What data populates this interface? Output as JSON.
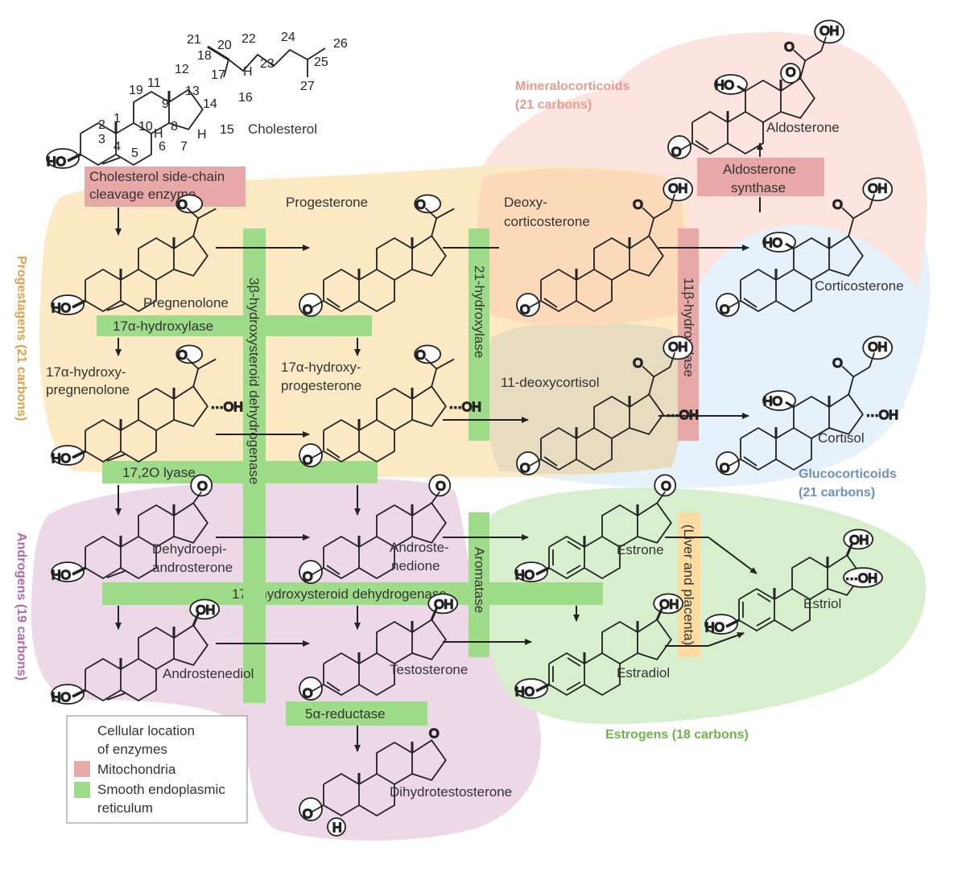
{
  "colors": {
    "mito": "#e8a8a8",
    "ser": "#9edc8a",
    "progestagens": "#fde9c4",
    "mineralocorticoids": "#fde4df",
    "glucocorticoids": "#e6f2fb",
    "androgens": "#ecd8e6",
    "estrogens": "#d8efcd",
    "liver": "#fcdba0",
    "progestagens_text": "#e3a04a",
    "mineralo_text": "#e89a90",
    "gluco_text": "#6f8fb8",
    "androgens_text": "#b06aa8",
    "estrogens_text": "#6ab54a"
  },
  "groups": {
    "progestagens": "Progestagens (21 carbons)",
    "mineralocorticoids_1": "Mineralocorticoids",
    "mineralocorticoids_2": "(21 carbons)",
    "glucocorticoids_1": "Glucocorticoids",
    "glucocorticoids_2": "(21 carbons)",
    "androgens": "Androgens (19 carbons)",
    "estrogens": "Estrogens (18 carbons)"
  },
  "enzymes": {
    "scc_1": "Cholesterol side-chain",
    "scc_2": "cleavage enzyme",
    "hydroxylase17": "17α-hydroxylase",
    "hsd3b": "3β-hydroxysteroid dehydrogenase",
    "hydroxylase21": "21-hydroxylase",
    "hydroxylase11b": "11β-hydroxylase",
    "aldosterone_synthase_1": "Aldosterone",
    "aldosterone_synthase_2": "synthase",
    "lyase": "17,2O lyase",
    "hsd17b": "17β-hydroxysteroid dehydrogenase",
    "aromatase": "Aromatase",
    "reductase5a": "5α-reductase",
    "liver": "(Liver and placenta)"
  },
  "compounds": {
    "cholesterol": "Cholesterol",
    "pregnenolone": "Pregnenolone",
    "progesterone": "Progesterone",
    "deoxycorticosterone_1": "Deoxy-",
    "deoxycorticosterone_2": "corticosterone",
    "corticosterone": "Corticosterone",
    "aldosterone": "Aldosterone",
    "oh_pregnenolone_1": "17α-hydroxy-",
    "oh_pregnenolone_2": "pregnenolone",
    "oh_progesterone_1": "17α-hydroxy-",
    "oh_progesterone_2": "progesterone",
    "deoxycortisol": "11-deoxycortisol",
    "cortisol": "Cortisol",
    "dhea_1": "Dehydroepi-",
    "dhea_2": "androsterone",
    "androstenedione_1": "Androste-",
    "androstenedione_2": "nedione",
    "estrone": "Estrone",
    "estriol": "Estriol",
    "androstenediol": "Androstenediol",
    "testosterone": "Testosterone",
    "estradiol": "Estradiol",
    "dht": "Dihydrotestosterone"
  },
  "atoms": {
    "HO": "HO",
    "OH": "OH",
    "O": "O",
    "H": "H",
    "H_dots_OH": "···OH",
    "H17": "H"
  },
  "numbering": [
    "1",
    "2",
    "3",
    "4",
    "5",
    "6",
    "7",
    "8",
    "9",
    "10",
    "11",
    "12",
    "13",
    "14",
    "15",
    "16",
    "17",
    "18",
    "19",
    "20",
    "21",
    "22",
    "23",
    "24",
    "25",
    "26",
    "27"
  ],
  "legend": {
    "title_1": "Cellular location",
    "title_2": "of enzymes",
    "mito": "Mitochondria",
    "ser_1": "Smooth endoplasmic",
    "ser_2": "reticulum"
  }
}
